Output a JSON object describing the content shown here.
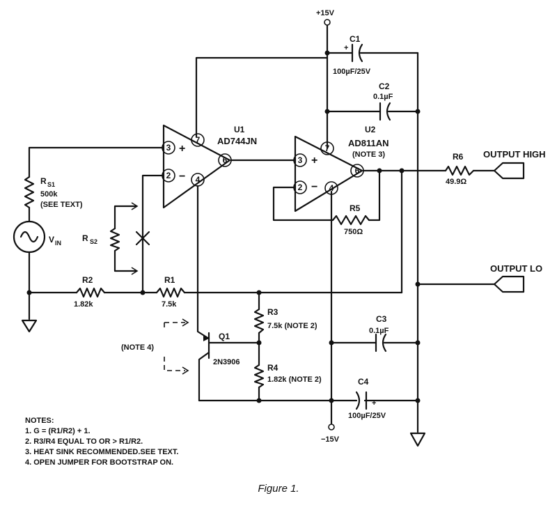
{
  "rails": {
    "pos": "+15V",
    "neg": "−15V"
  },
  "u1": {
    "ref": "U1",
    "part": "AD744JN",
    "pins": [
      "3",
      "2",
      "7",
      "4",
      "6"
    ],
    "plus": "+",
    "minus": "−"
  },
  "u2": {
    "ref": "U2",
    "part": "AD811AN",
    "note": "(NOTE 3)",
    "pins": [
      "3",
      "2",
      "7",
      "4",
      "6"
    ],
    "plus": "+",
    "minus": "−"
  },
  "components": {
    "c1": {
      "ref": "C1",
      "value": "100µF/25V",
      "pol": "+"
    },
    "c2": {
      "ref": "C2",
      "value": "0.1µF"
    },
    "c3": {
      "ref": "C3",
      "value": "0.1µF"
    },
    "c4": {
      "ref": "C4",
      "value": "100µF/25V",
      "pol": "+"
    },
    "r1": {
      "ref": "R1",
      "value": "7.5k"
    },
    "r2": {
      "ref": "R2",
      "value": "1.82k"
    },
    "r3": {
      "ref": "R3",
      "value": "7.5k (NOTE 2)"
    },
    "r4": {
      "ref": "R4",
      "value": "1.82k (NOTE 2)"
    },
    "r5": {
      "ref": "R5",
      "value": "750Ω"
    },
    "r6": {
      "ref": "R6",
      "value": "49.9Ω"
    },
    "rs1": {
      "ref": "R",
      "sub": "S1",
      "value": "500k",
      "note": "(SEE TEXT)"
    },
    "rs2": {
      "ref": "R",
      "sub": "S2"
    },
    "vin": {
      "ref": "V",
      "sub": "IN"
    },
    "q1": {
      "ref": "Q1",
      "part": "2N3906"
    },
    "note4": "(NOTE 4)"
  },
  "outputs": {
    "high": "OUTPUT HIGH",
    "lo": "OUTPUT LO"
  },
  "notes": {
    "title": "NOTES:",
    "items": [
      "1. G = (R1/R2) + 1.",
      "2. R3/R4  EQUAL TO OR > R1/R2.",
      "3. HEAT SINK RECOMMENDED.SEE TEXT.",
      "4. OPEN JUMPER  FOR  BOOTSTRAP ON."
    ]
  },
  "caption": "Figure 1."
}
